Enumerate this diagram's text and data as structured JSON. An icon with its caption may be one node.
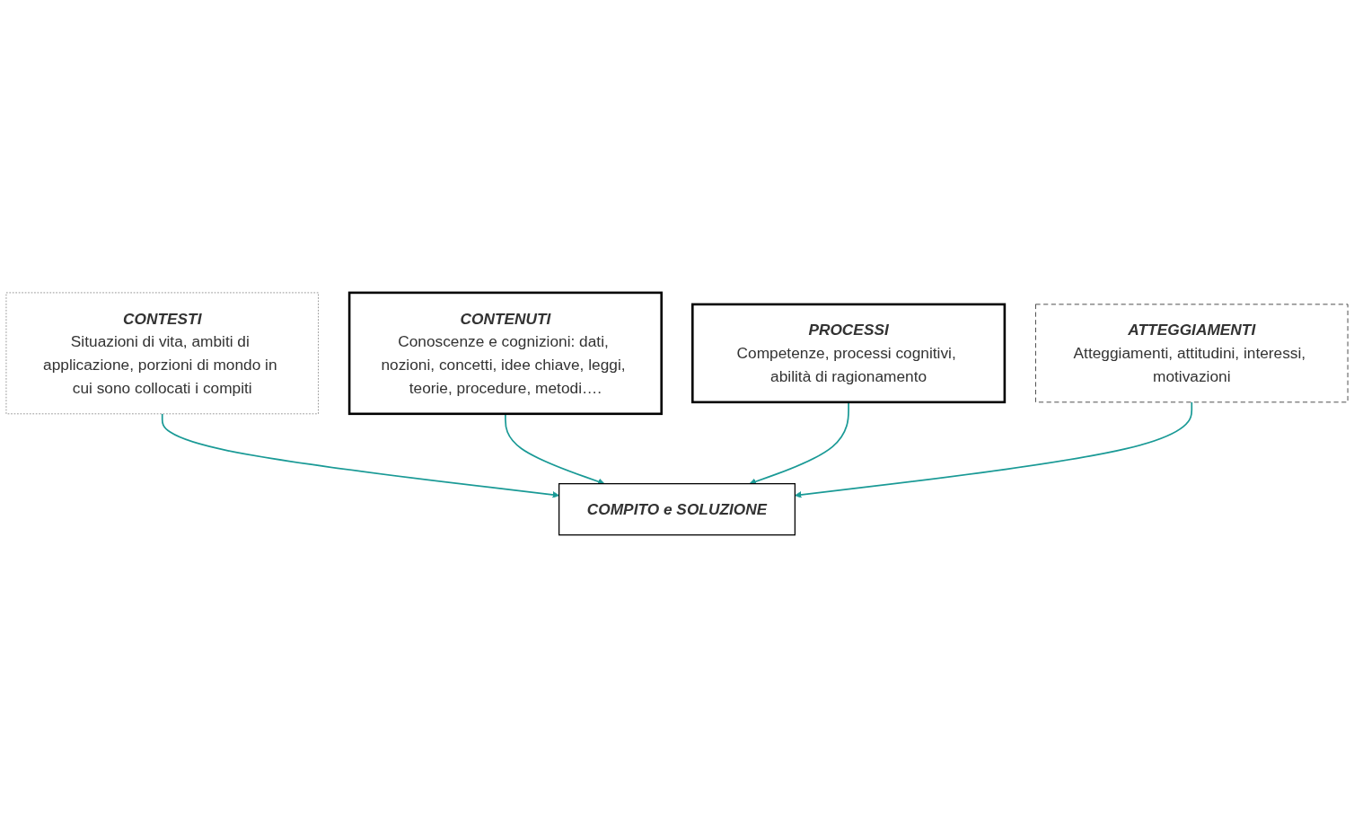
{
  "diagram": {
    "nodes": [
      {
        "text": [
          "CONTESTI",
          "Situazioni di vita, ambiti di applicazione, porzioni di mondo in cui sono collocati i compiti"
        ]
      },
      {
        "text": [
          "CONTENUTI",
          "Conoscenze e cognizioni: dati, nozioni, concetti, idee chiave, leggi, teorie, procedure, metodi…."
        ]
      },
      {
        "text": [
          "COMPITO e SOLUZIONE"
        ]
      },
      {
        "text": [
          "PROCESSI",
          "Competenze, processi cognitivi, abilità di ragionamento"
        ]
      },
      {
        "text": [
          "ATTEGGIAMENTI",
          "Atteggiamenti, attitudini, interessi, motivazioni"
        ]
      }
    ],
    "edges": [
      {
        "from": 0,
        "to": 2,
        "arrow": "to"
      },
      {
        "from": 1,
        "to": 2,
        "arrow": "to"
      },
      {
        "from": 3,
        "to": 2,
        "arrow": "to"
      },
      {
        "from": 4,
        "to": 2,
        "arrow": "to"
      }
    ]
  }
}
